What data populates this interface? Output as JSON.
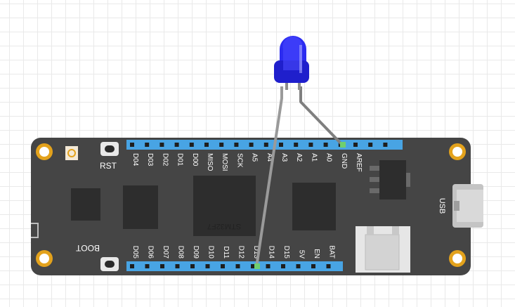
{
  "colors": {
    "board": "#454545",
    "header_strip": "#48a4e4",
    "mount_hole": "#e3a21c",
    "led_body": "#2b2bf0",
    "wire": "#9a9a9a",
    "pin_highlight": "#6fcf6f"
  },
  "board": {
    "mcu_label": "STM32F7",
    "rst_label": "RST",
    "boot_label": "BOOT",
    "usb_label": "USB"
  },
  "top_pins": [
    "D04",
    "D03",
    "D02",
    "D01",
    "D00",
    "MISO",
    "MOSI",
    "SCK",
    "A5",
    "A4",
    "A3",
    "A2",
    "A1",
    "A0",
    "GND",
    "AREF"
  ],
  "bottom_pins": [
    "D05",
    "D06",
    "D07",
    "D08",
    "D09",
    "D10",
    "D11",
    "D12",
    "D13",
    "D14",
    "D15",
    "5V",
    "EN",
    "BAT"
  ],
  "component": {
    "name": "LED",
    "color_name": "blue",
    "connections": [
      "GND",
      "D13"
    ]
  }
}
